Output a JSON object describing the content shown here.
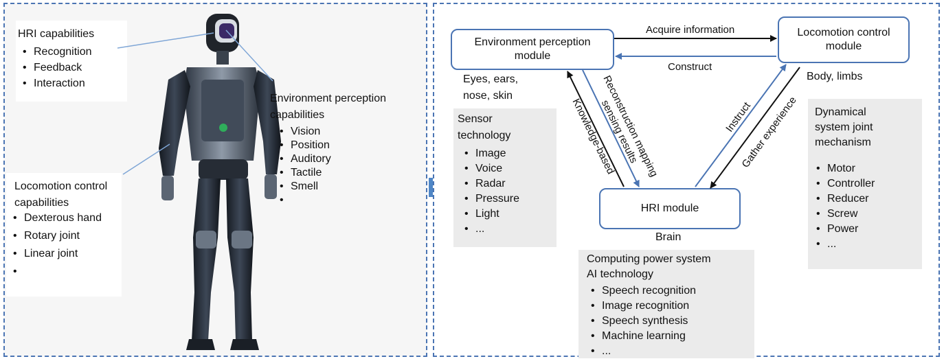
{
  "left": {
    "hri": {
      "title": "HRI capabilities",
      "items": [
        "Recognition",
        "Feedback",
        "Interaction"
      ]
    },
    "env": {
      "title_line1": "Environment perception",
      "title_line2": "capabilities",
      "items": [
        "Vision",
        "Position",
        "Auditory",
        "Tactile",
        "Smell",
        ""
      ]
    },
    "loco": {
      "title_line1": "Locomotion control",
      "title_line2": "capabilities",
      "items": [
        "Dexterous hand",
        "Rotary joint",
        "Linear joint",
        ""
      ]
    }
  },
  "right": {
    "env_module": {
      "line1": "Environment perception",
      "line2": "module"
    },
    "loco_module": {
      "line1": "Locomotion control",
      "line2": "module"
    },
    "hri_module": {
      "label": "HRI module"
    },
    "arrows": {
      "acquire": "Acquire information",
      "construct": "Construct",
      "knowledge": "Knowledge-based",
      "recon_line1": "Reconstruction mapping",
      "recon_line2": "sensing results",
      "instruct": "Instruct",
      "gather": "Gather experience"
    },
    "env_caption": {
      "line1": "Eyes, ears,",
      "line2": "nose, skin"
    },
    "loco_caption": "Body, limbs",
    "brain_caption": "Brain",
    "sensor": {
      "title_line1": "Sensor",
      "title_line2": "technology",
      "items": [
        "Image",
        "Voice",
        "Radar",
        "Pressure",
        "Light",
        "..."
      ]
    },
    "dynamical": {
      "title_line1": "Dynamical",
      "title_line2": "system joint",
      "title_line3": "mechanism",
      "items": [
        "Motor",
        "Controller",
        "Reducer",
        "Screw",
        "Power",
        "..."
      ]
    },
    "computing": {
      "title_line1": "Computing power system",
      "title_line2": "AI technology",
      "items": [
        "Speech recognition",
        "Image recognition",
        "Speech synthesis",
        "Machine learning",
        "..."
      ]
    }
  },
  "colors": {
    "accent": "#4a74b3",
    "gray_box": "#ebebeb",
    "arrow_black": "#111111"
  }
}
